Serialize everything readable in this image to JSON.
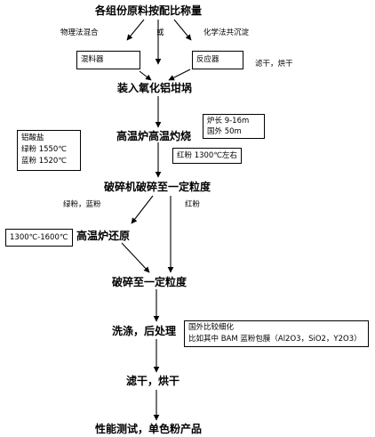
{
  "steps": {
    "s1": "各组份原料按配比称量",
    "s2": "装入氧化铝坩埚",
    "s3": "高温炉高温灼烧",
    "s4": "破碎机破碎至一定粒度",
    "s5": "高温炉还原",
    "s6": "破碎至一定粒度",
    "s7": "洗涤，后处理",
    "s8": "滤干，烘干",
    "s9": "性能测试，单色粉产品"
  },
  "branch_labels": {
    "physical_mix": "物理法混合",
    "or": "或",
    "chemical_coprecip": "化学法共沉淀",
    "filter_dry": "滤干，烘干",
    "green_blue": "绿粉，蓝粉",
    "red": "红粉"
  },
  "boxes": {
    "mixer": "混料器",
    "reactor": "反应器",
    "furnace_lines": [
      "炉长 9-16m",
      "国外 50m"
    ],
    "aluminate_lines": [
      "铝酸盐",
      "绿粉  1550℃",
      "蓝粉  1520℃"
    ],
    "red_temp": "红粉 1300℃左右",
    "reduce_temp": "1300℃-1600℃",
    "foreign_lines": [
      "国外比较细化",
      "比如其中 BAM 蓝粉包膜（Al2O3，SiO2，Y2O3）"
    ]
  },
  "colors": {
    "line": "#000000",
    "background": "#ffffff"
  }
}
